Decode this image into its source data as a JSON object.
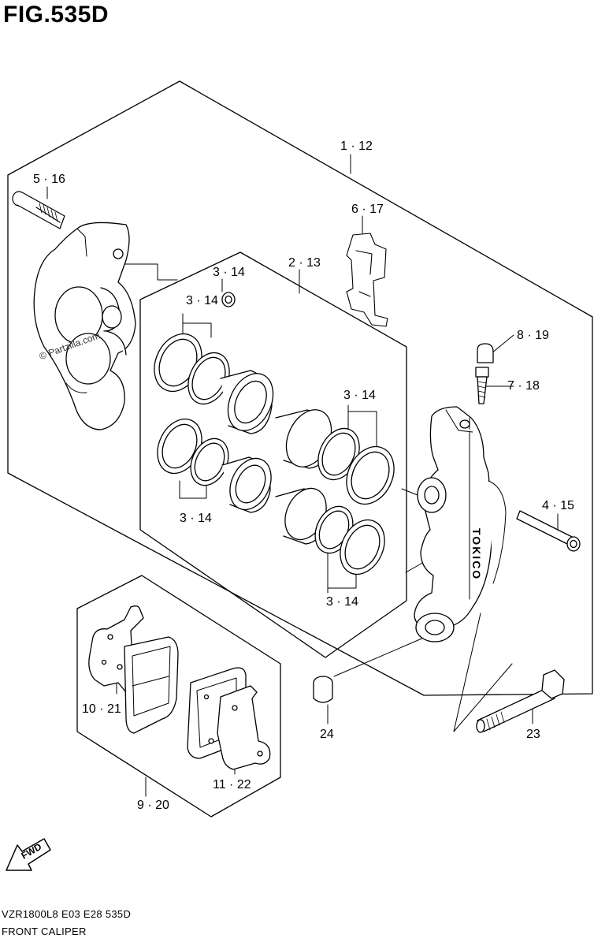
{
  "figure": {
    "title": "FIG.535D",
    "watermark": "© Partzilla.com"
  },
  "callouts": {
    "c1": "1 · 12",
    "c5": "5 · 16",
    "c6": "6 · 17",
    "c2": "2 · 13",
    "c3a": "3 · 14",
    "c3b": "3 · 14",
    "c3c": "3 · 14",
    "c3d": "3 · 14",
    "c3e": "3 · 14",
    "c8": "8 · 19",
    "c7": "7 · 18",
    "c4": "4 · 15",
    "c10": "10 · 21",
    "c11": "11 · 22",
    "c9": "9 · 20",
    "c24": "24",
    "c23": "23"
  },
  "fwd_label": "FWD",
  "caliper_text": "TOKICO",
  "footer": {
    "model_code": "VZR1800L8  E03  E28  535D",
    "caption": "FRONT CALIPER"
  }
}
